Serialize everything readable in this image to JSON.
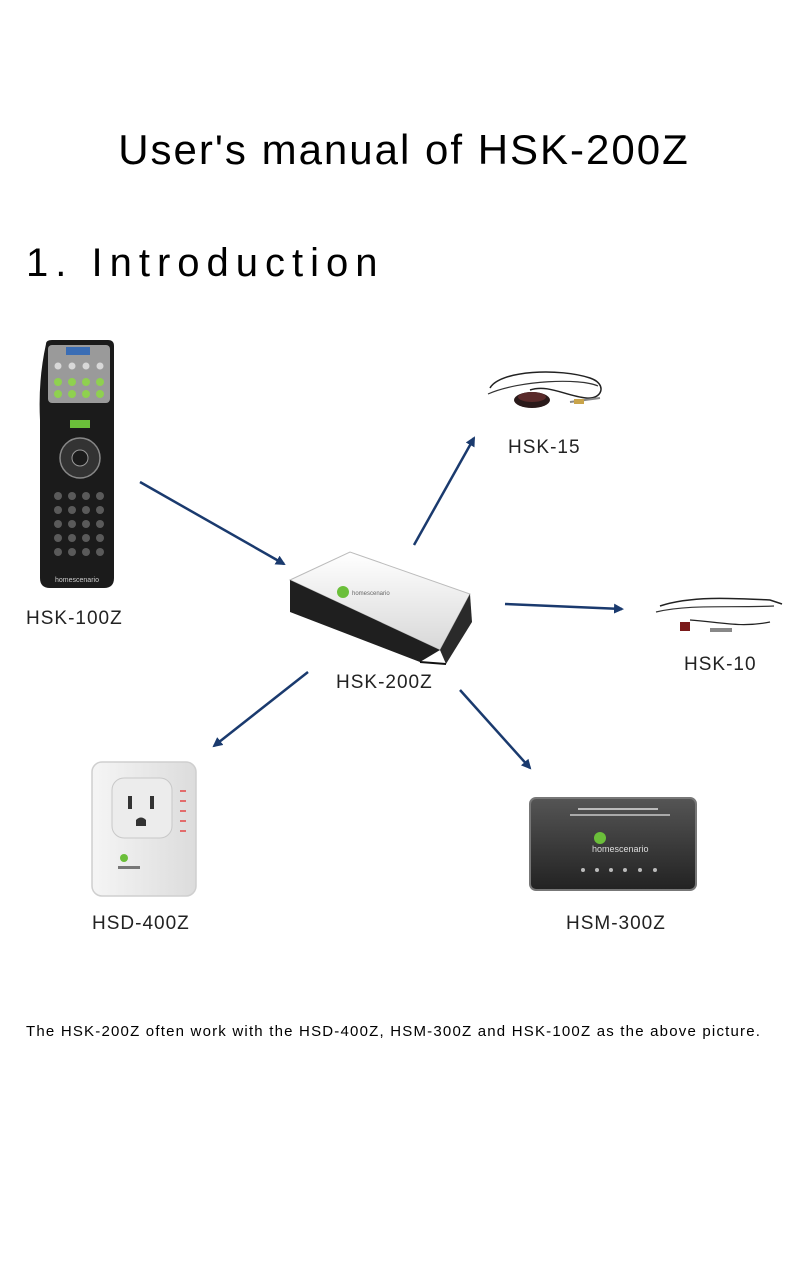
{
  "document": {
    "title": "User's manual of HSK-200Z",
    "section_heading": "1. Introduction",
    "body": "The HSK-200Z often work with the HSD-400Z, HSM-300Z and HSK-100Z as the above picture."
  },
  "diagram": {
    "labels": {
      "remote": "HSK-100Z",
      "sensor": "HSK-15",
      "hub": "HSK-200Z",
      "ir_cable": "HSK-10",
      "dimmer": "HSD-400Z",
      "module": "HSM-300Z"
    },
    "logo_text": "homescenario",
    "arrow_color": "#1a3a6e"
  }
}
